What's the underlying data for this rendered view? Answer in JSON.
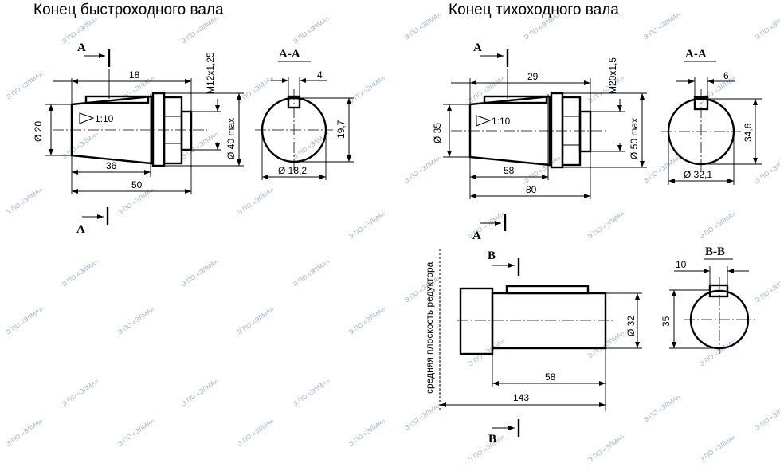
{
  "titles": {
    "fast_shaft": "Конец быстроходного вала",
    "slow_shaft": "Конец тихоходного вала"
  },
  "fast_shaft": {
    "section_marker": "А",
    "section_title": "А-А",
    "thread": "М12х1,25",
    "taper": "1:10",
    "dims": {
      "d_base": "Ø 20",
      "d_max": "Ø 40 max",
      "len_18": "18",
      "len_36": "36",
      "len_50": "50",
      "key_width": "4",
      "key_height": "19,7",
      "section_d": "Ø 18,2"
    }
  },
  "slow_shaft": {
    "section_marker": "А",
    "section_title": "А-А",
    "thread": "М20х1,5",
    "taper": "1:10",
    "dims": {
      "d_base": "Ø 35",
      "d_max": "Ø 50 max",
      "len_29": "29",
      "len_58": "58",
      "len_80": "80",
      "key_width": "6",
      "key_height": "34,6",
      "section_d": "Ø 32,1"
    }
  },
  "cyl_shaft": {
    "section_marker": "В",
    "section_title": "В-В",
    "mid_plane_label": "средняя плоскость редуктора",
    "dims": {
      "d": "Ø 32",
      "len_58": "58",
      "len_143": "143",
      "key_width": "10",
      "section_d": "35"
    }
  },
  "watermark": "ПО «ЭЛМА»",
  "colors": {
    "line": "#000000",
    "watermark": "#9fb4d4"
  }
}
